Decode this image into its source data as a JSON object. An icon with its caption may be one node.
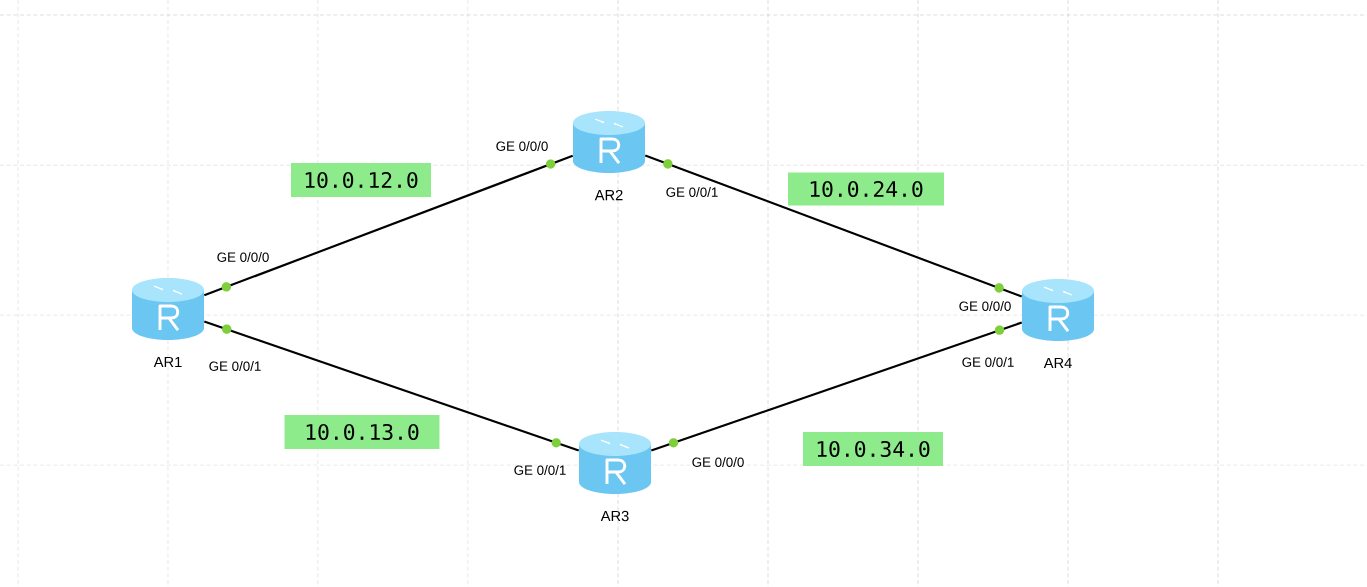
{
  "diagram": {
    "nodes": [
      {
        "text": [
          "AR1"
        ]
      },
      {
        "text": [
          "AR2"
        ]
      },
      {
        "text": [
          "AR3"
        ]
      },
      {
        "text": [
          "AR4"
        ]
      },
      {
        "text": [
          "10.0.12.0"
        ]
      },
      {
        "text": [
          "10.0.24.0"
        ]
      },
      {
        "text": [
          "10.0.13.0"
        ]
      },
      {
        "text": [
          "10.0.34.0"
        ]
      }
    ],
    "edges": [
      {
        "from": 0,
        "to": 1,
        "arrow": "none"
      },
      {
        "from": 1,
        "to": 3,
        "arrow": "none"
      },
      {
        "from": 0,
        "to": 2,
        "arrow": "none"
      },
      {
        "from": 2,
        "to": 3,
        "arrow": "none"
      }
    ],
    "labels": [
      "GE 0/0/0",
      "GE 0/0/1",
      "GE 0/0/0",
      "GE 0/0/0",
      "GE 0/0/1",
      "GE 0/0/1",
      "GE 0/0/1",
      "GE 0/0/0"
    ]
  }
}
